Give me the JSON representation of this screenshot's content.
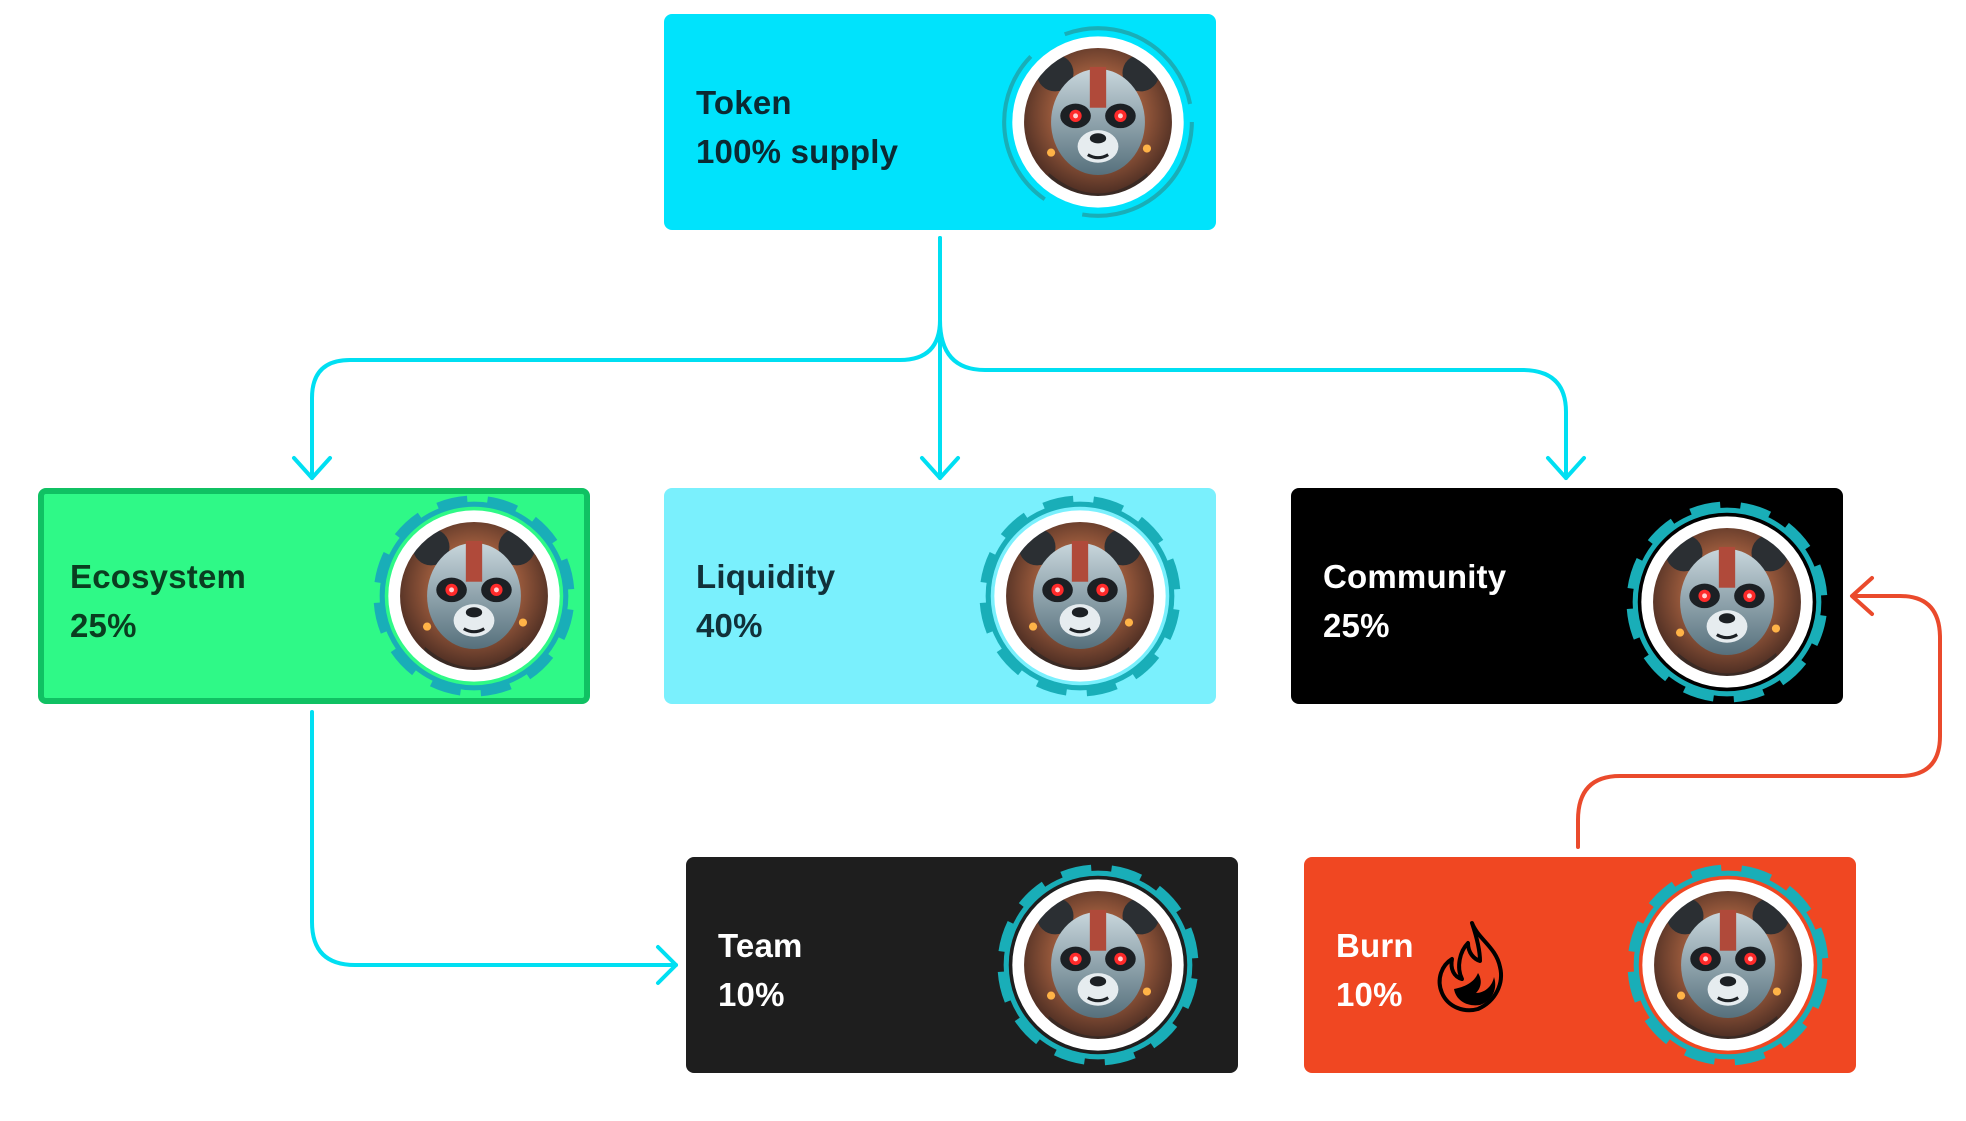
{
  "diagram": {
    "nodes": [
      {
        "id": "token",
        "title": "Token",
        "value": "100% supply"
      },
      {
        "id": "ecosystem",
        "title": "Ecosystem",
        "value": "25%"
      },
      {
        "id": "liquidity",
        "title": "Liquidity",
        "value": "40%"
      },
      {
        "id": "community",
        "title": "Community",
        "value": "25%"
      },
      {
        "id": "team",
        "title": "Team",
        "value": "10%"
      },
      {
        "id": "burn",
        "title": "Burn",
        "value": "10%"
      }
    ],
    "edges": [
      {
        "from": "token",
        "to": "ecosystem"
      },
      {
        "from": "token",
        "to": "liquidity"
      },
      {
        "from": "token",
        "to": "community"
      },
      {
        "from": "ecosystem",
        "to": "team"
      },
      {
        "from": "burn",
        "to": "community"
      }
    ],
    "colors": {
      "token": "#00e3fc",
      "ecosystem": "#2ff987",
      "liquidity": "#7af0fd",
      "community": "#000000",
      "team": "#1e1e1e",
      "burn": "#f04722",
      "arrow_main": "#00dff2",
      "arrow_burn": "#ea4a2c",
      "avatar_ring": "#19aeb8"
    },
    "icons": {
      "avatar": "robot-panda-avatar-icon",
      "burn": "flame-icon"
    }
  }
}
